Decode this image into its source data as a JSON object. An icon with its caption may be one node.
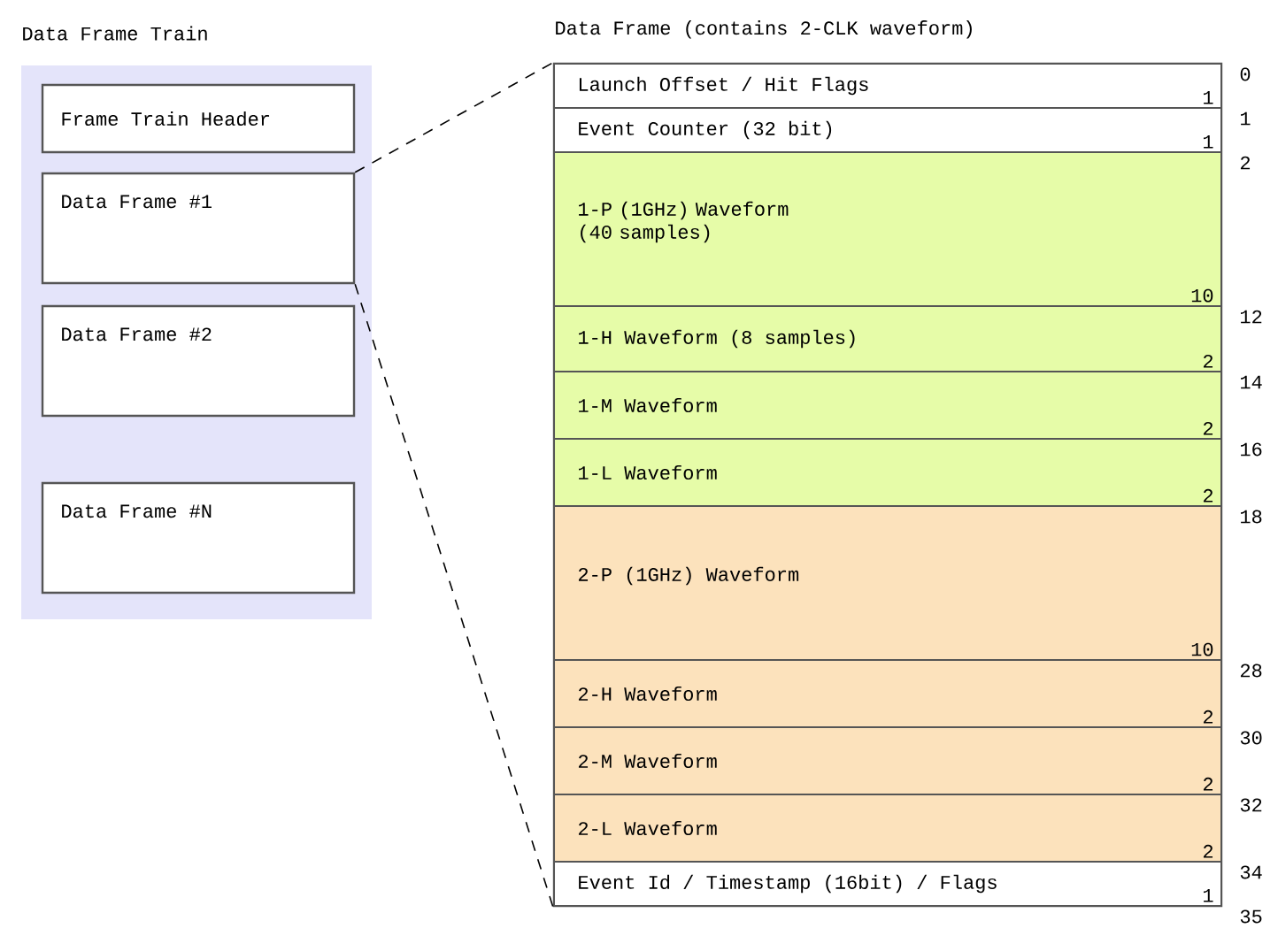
{
  "diagram": {
    "nodes": [
      {
        "text": [
          "Data Frame Train"
        ]
      },
      {
        "text": [
          "Frame Train Header"
        ],
        "in": 0
      },
      {
        "text": [
          "Data Frame #1"
        ],
        "in": 0
      },
      {
        "text": [
          "Data Frame #2"
        ],
        "in": 0
      },
      {
        "text": [
          "Data Frame #N"
        ],
        "in": 0
      },
      {
        "text": [
          "Data Frame (contains 2-CLK waveform)"
        ]
      },
      {
        "text": [
          "Launch Offset / Hit Flags",
          "1"
        ],
        "in": 5,
        "beside": [
          "0"
        ]
      },
      {
        "text": [
          "Event Counter (32 bit)",
          "1"
        ],
        "in": 5,
        "beside": [
          "1"
        ]
      },
      {
        "text": [
          "1-P (1GHz) Waveform (40 samples)",
          "10"
        ],
        "in": 5,
        "beside": [
          "2"
        ]
      },
      {
        "text": [
          "1-H Waveform (8 samples)",
          "2"
        ],
        "in": 5,
        "beside": [
          "12"
        ]
      },
      {
        "text": [
          "1-M Waveform",
          "2"
        ],
        "in": 5,
        "beside": [
          "14"
        ]
      },
      {
        "text": [
          "1-L Waveform",
          "2"
        ],
        "in": 5,
        "beside": [
          "16"
        ]
      },
      {
        "text": [
          "2-P (1GHz) Waveform",
          "10"
        ],
        "in": 5,
        "beside": [
          "18"
        ]
      },
      {
        "text": [
          "2-H Waveform",
          "2"
        ],
        "in": 5,
        "beside": [
          "28"
        ]
      },
      {
        "text": [
          "2-M Waveform",
          "2"
        ],
        "in": 5,
        "beside": [
          "30"
        ]
      },
      {
        "text": [
          "2-L Waveform",
          "2"
        ],
        "in": 5,
        "beside": [
          "32"
        ]
      },
      {
        "text": [
          "Event Id / Timestamp (16bit) / Flags",
          "1"
        ],
        "in": 5,
        "beside": [
          "34",
          "35"
        ]
      }
    ],
    "edges": [
      {
        "from": 2,
        "to": 5,
        "arrow": "none",
        "style": "dashed"
      },
      {
        "from": 2,
        "to": 5,
        "arrow": "none",
        "style": "dashed"
      }
    ]
  }
}
